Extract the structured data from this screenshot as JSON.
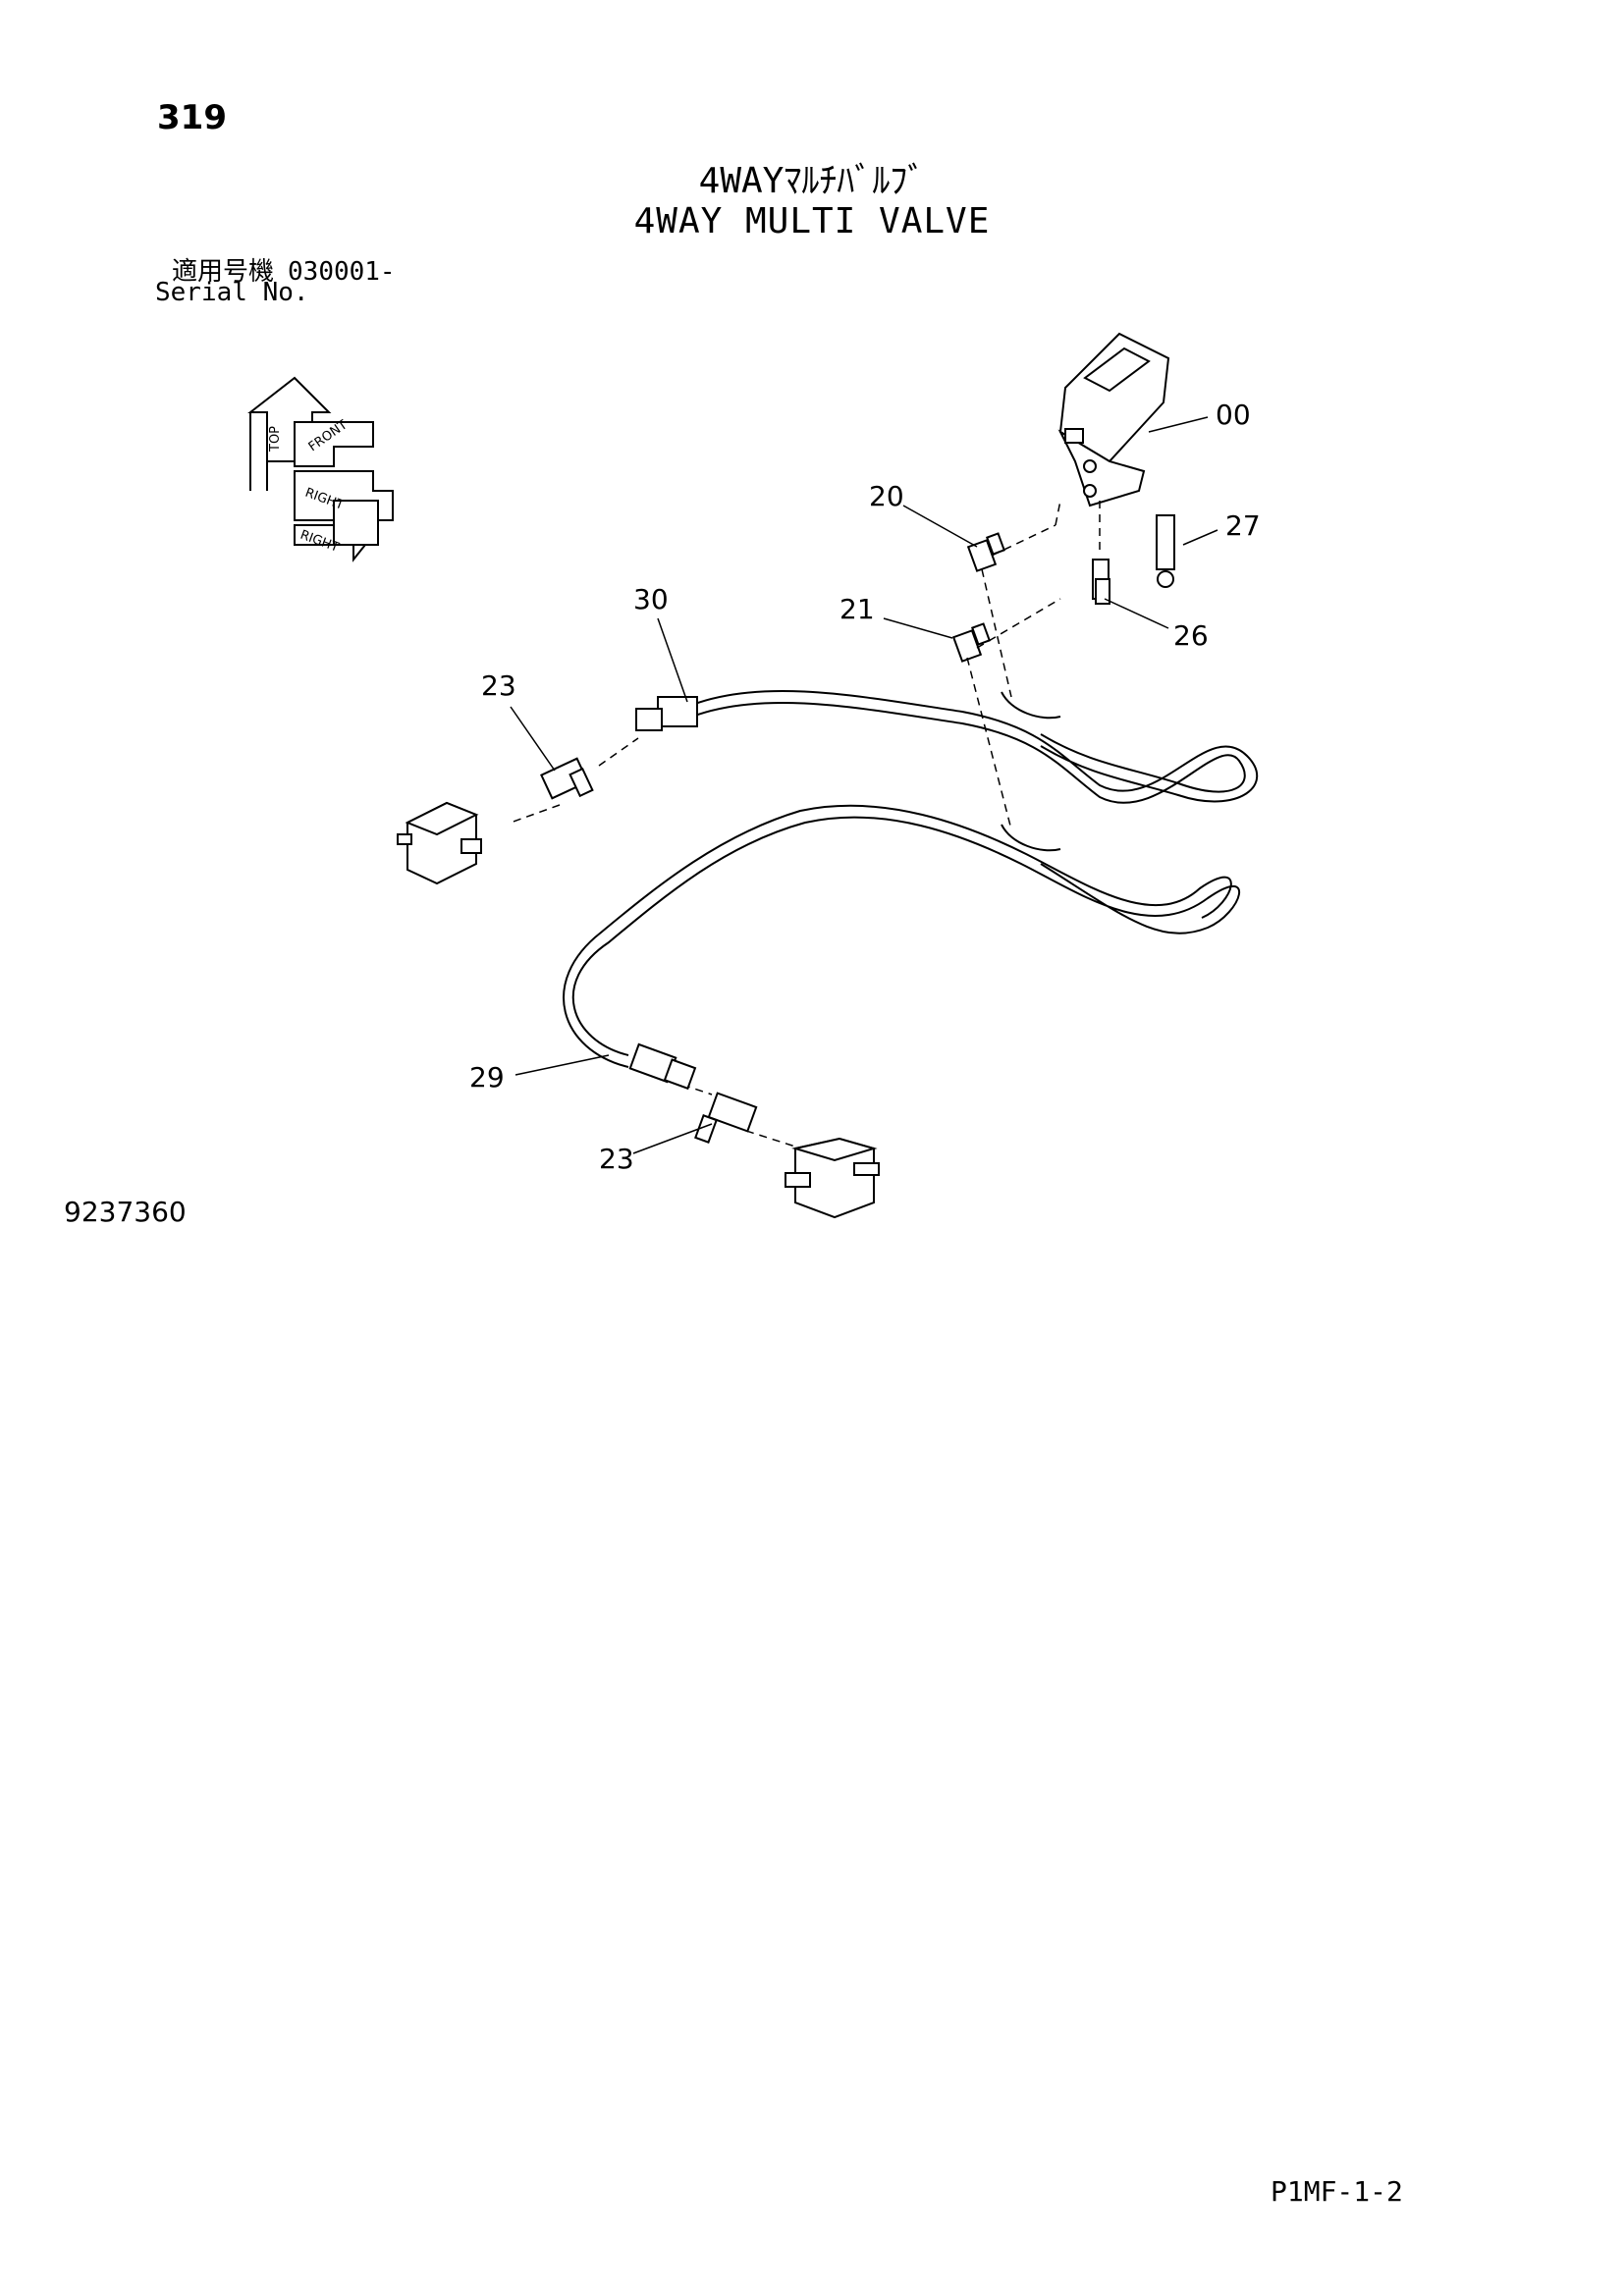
{
  "header": {
    "page_number": "319",
    "title_jp": "4WAYﾏﾙﾁﾊﾞﾙﾌﾞ",
    "title_en": "4WAY MULTI VALVE",
    "serial_label_jp": "適用号機",
    "serial_label_en": "Serial No.",
    "serial_value": "030001-"
  },
  "orientation_icon": {
    "labels": [
      "TOP",
      "FRONT",
      "RIGHT",
      "RIGHT"
    ]
  },
  "callouts": [
    {
      "id": "00",
      "label": "00"
    },
    {
      "id": "20",
      "label": "20"
    },
    {
      "id": "27",
      "label": "27"
    },
    {
      "id": "30",
      "label": "30"
    },
    {
      "id": "21",
      "label": "21"
    },
    {
      "id": "26",
      "label": "26"
    },
    {
      "id": "23a",
      "label": "23"
    },
    {
      "id": "29",
      "label": "29"
    },
    {
      "id": "23b",
      "label": "23"
    }
  ],
  "footer": {
    "drawing_number": "9237360",
    "page_code": "P1MF-1-2"
  }
}
